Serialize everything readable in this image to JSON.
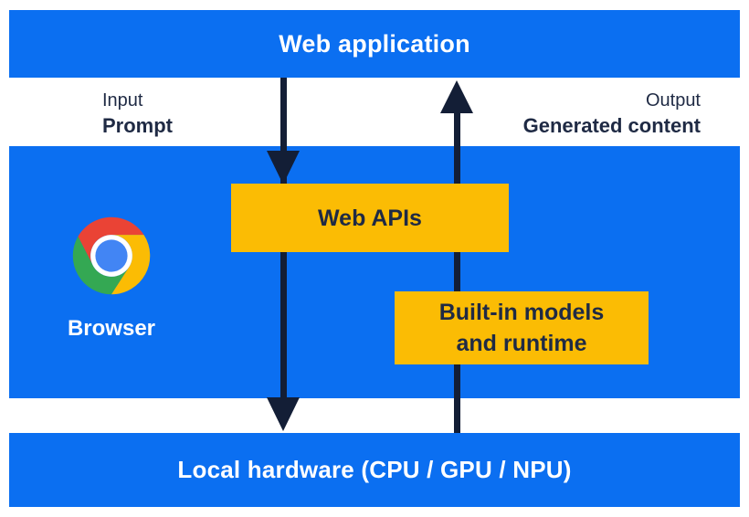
{
  "colors": {
    "blue": "#0b6ff1",
    "yellow": "#fbbc04",
    "navy": "#131e36",
    "text_dark": "#1f2a44",
    "logo_red": "#ea4335",
    "logo_green": "#34a853",
    "logo_yellow": "#fbbc04",
    "logo_blue": "#4285f4"
  },
  "top_bar": {
    "label": "Web application"
  },
  "io_labels": {
    "input_title": "Input",
    "input_subtitle": "Prompt",
    "output_title": "Output",
    "output_subtitle": "Generated content"
  },
  "panel": {
    "browser_label": "Browser",
    "web_apis_label": "Web APIs",
    "builtin_line1": "Built-in models",
    "builtin_line2": "and runtime"
  },
  "bottom_bar": {
    "label": "Local hardware (CPU / GPU / NPU)"
  },
  "icons": {
    "chrome_logo": "chrome-logo-icon"
  }
}
